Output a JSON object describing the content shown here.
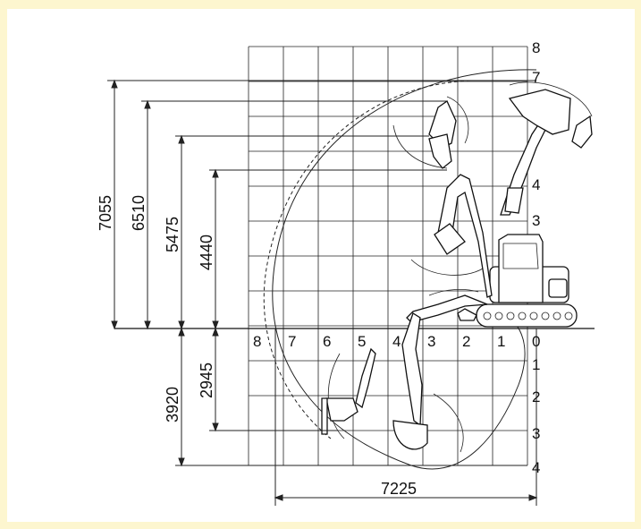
{
  "background_color": "#fdf6cf",
  "diagram": {
    "x_labels": [
      "8",
      "7",
      "6",
      "5",
      "4",
      "3",
      "2",
      "1",
      "0"
    ],
    "y_labels_upper": [
      "8",
      "7",
      "4",
      "3"
    ],
    "y_labels_lower": [
      "1",
      "2",
      "3",
      "4"
    ],
    "dimensions": {
      "max_reach_height": "7055",
      "max_dump_height": "6510",
      "height_5475": "5475",
      "height_4440": "4440",
      "max_dig_depth": "3920",
      "vertical_wall_depth": "2945",
      "max_reach_ground": "7225"
    }
  }
}
